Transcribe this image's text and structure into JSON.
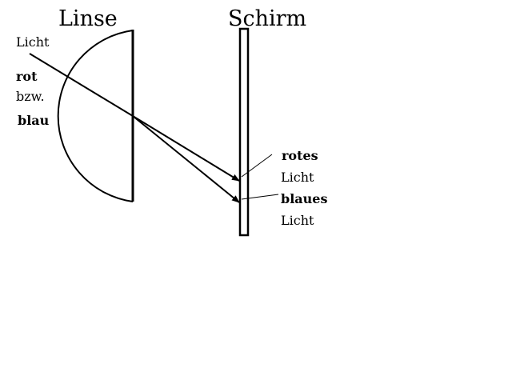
{
  "titles": {
    "lens": "Linse",
    "screen": "Schirm"
  },
  "left_labels": {
    "light": "Licht",
    "red": "rot",
    "or": "bzw.",
    "blue": "blau"
  },
  "right_labels": {
    "red_word": "rotes",
    "red_light": "Licht",
    "blue_word": "blaues",
    "blue_light": "Licht"
  },
  "colors": {
    "stroke": "#000000",
    "background": "#ffffff"
  }
}
